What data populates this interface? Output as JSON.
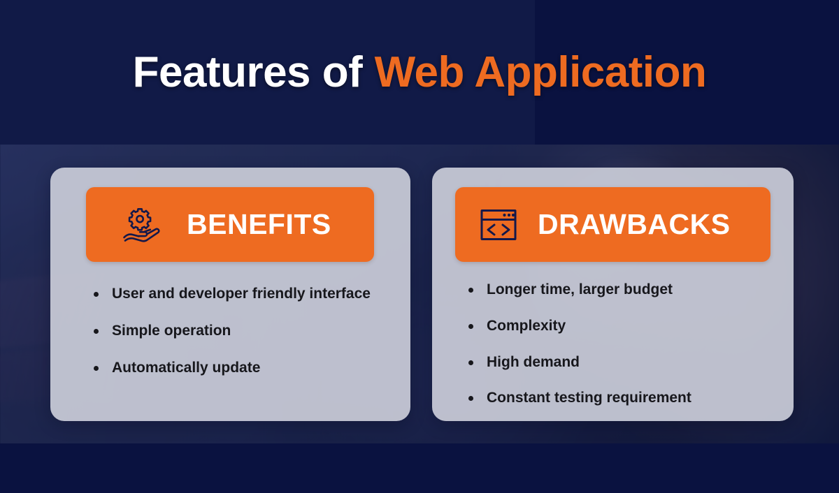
{
  "header": {
    "title_part_white": "Features of",
    "title_part_orange": "Web Application",
    "band_color": "#0a1240",
    "accent_color": "#ee6b21"
  },
  "cards": [
    {
      "id": "benefits",
      "heading": "BENEFITS",
      "icon": "gear-in-hand-icon",
      "heading_bg": "#ee6b21",
      "heading_color": "#ffffff",
      "card_bg": "#cbcdd9",
      "items": [
        "User and developer friendly interface",
        "Simple operation",
        "Automatically update"
      ]
    },
    {
      "id": "drawbacks",
      "heading": "DRAWBACKS",
      "icon": "browser-code-window-icon",
      "heading_bg": "#ee6b21",
      "heading_color": "#ffffff",
      "card_bg": "#cbcdd9",
      "items": [
        "Longer time, larger budget",
        "Complexity",
        "High demand",
        "Constant testing requirement"
      ]
    }
  ],
  "footer": {
    "band_color": "#0a1240"
  }
}
